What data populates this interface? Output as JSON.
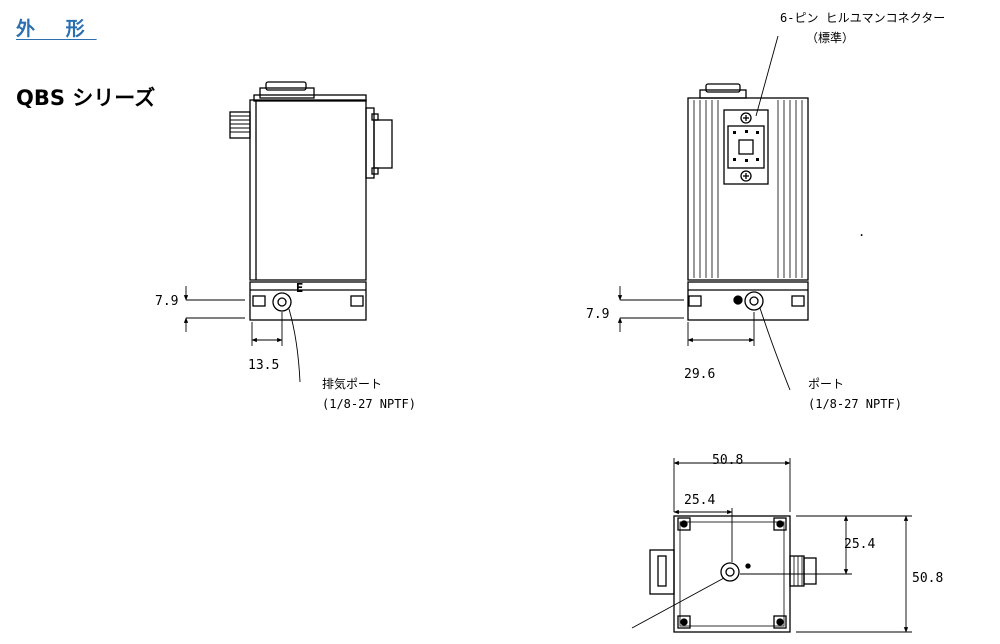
{
  "page": {
    "heading": "外 形",
    "series_title": "QBS シリーズ"
  },
  "front_view": {
    "dim_height": "7.9",
    "dim_width": "13.5",
    "port_label": "排気ポート",
    "port_spec": "(1/8-27 NPTF)",
    "marking": "E"
  },
  "side_view": {
    "connector_label": "6-ピン ヒルユマンコネクター",
    "connector_note": "（標準）",
    "dim_height": "7.9",
    "dim_width": "29.6",
    "port_label": "ポート",
    "port_spec": "(1/8-27 NPTF)"
  },
  "bottom_view": {
    "dim_top_overall": "50.8",
    "dim_top_half": "25.4",
    "dim_right_half": "25.4",
    "dim_right_overall": "50.8"
  }
}
